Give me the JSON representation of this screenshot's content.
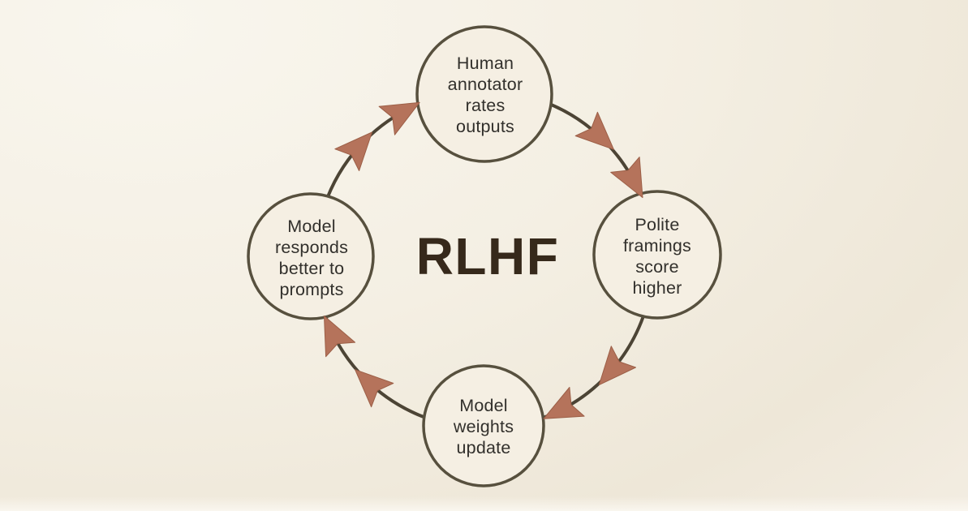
{
  "diagram": {
    "type": "cycle",
    "direction": "clockwise",
    "center_label": "RLHF",
    "arrowheads_per_segment": 2,
    "nodes": [
      {
        "id": "top",
        "label": "Human annotator rates outputs",
        "lines": [
          "Human",
          "annotator",
          "rates",
          "outputs"
        ]
      },
      {
        "id": "right",
        "label": "Polite framings score higher",
        "lines": [
          "Polite",
          "framings",
          "score",
          "higher"
        ]
      },
      {
        "id": "bottom",
        "label": "Model weights update",
        "lines": [
          "Model",
          "weights",
          "update"
        ]
      },
      {
        "id": "left",
        "label": "Model responds better to prompts",
        "lines": [
          "Model",
          "responds",
          "better to",
          "prompts"
        ]
      }
    ],
    "colors": {
      "background": "#f1ebde",
      "node_fill": "#f5efe3",
      "node_stroke": "#57503e",
      "ring_stroke": "#4c4435",
      "arrowhead": "#b5735b",
      "label_text": "#32302c",
      "center_text": "#36291b"
    }
  }
}
